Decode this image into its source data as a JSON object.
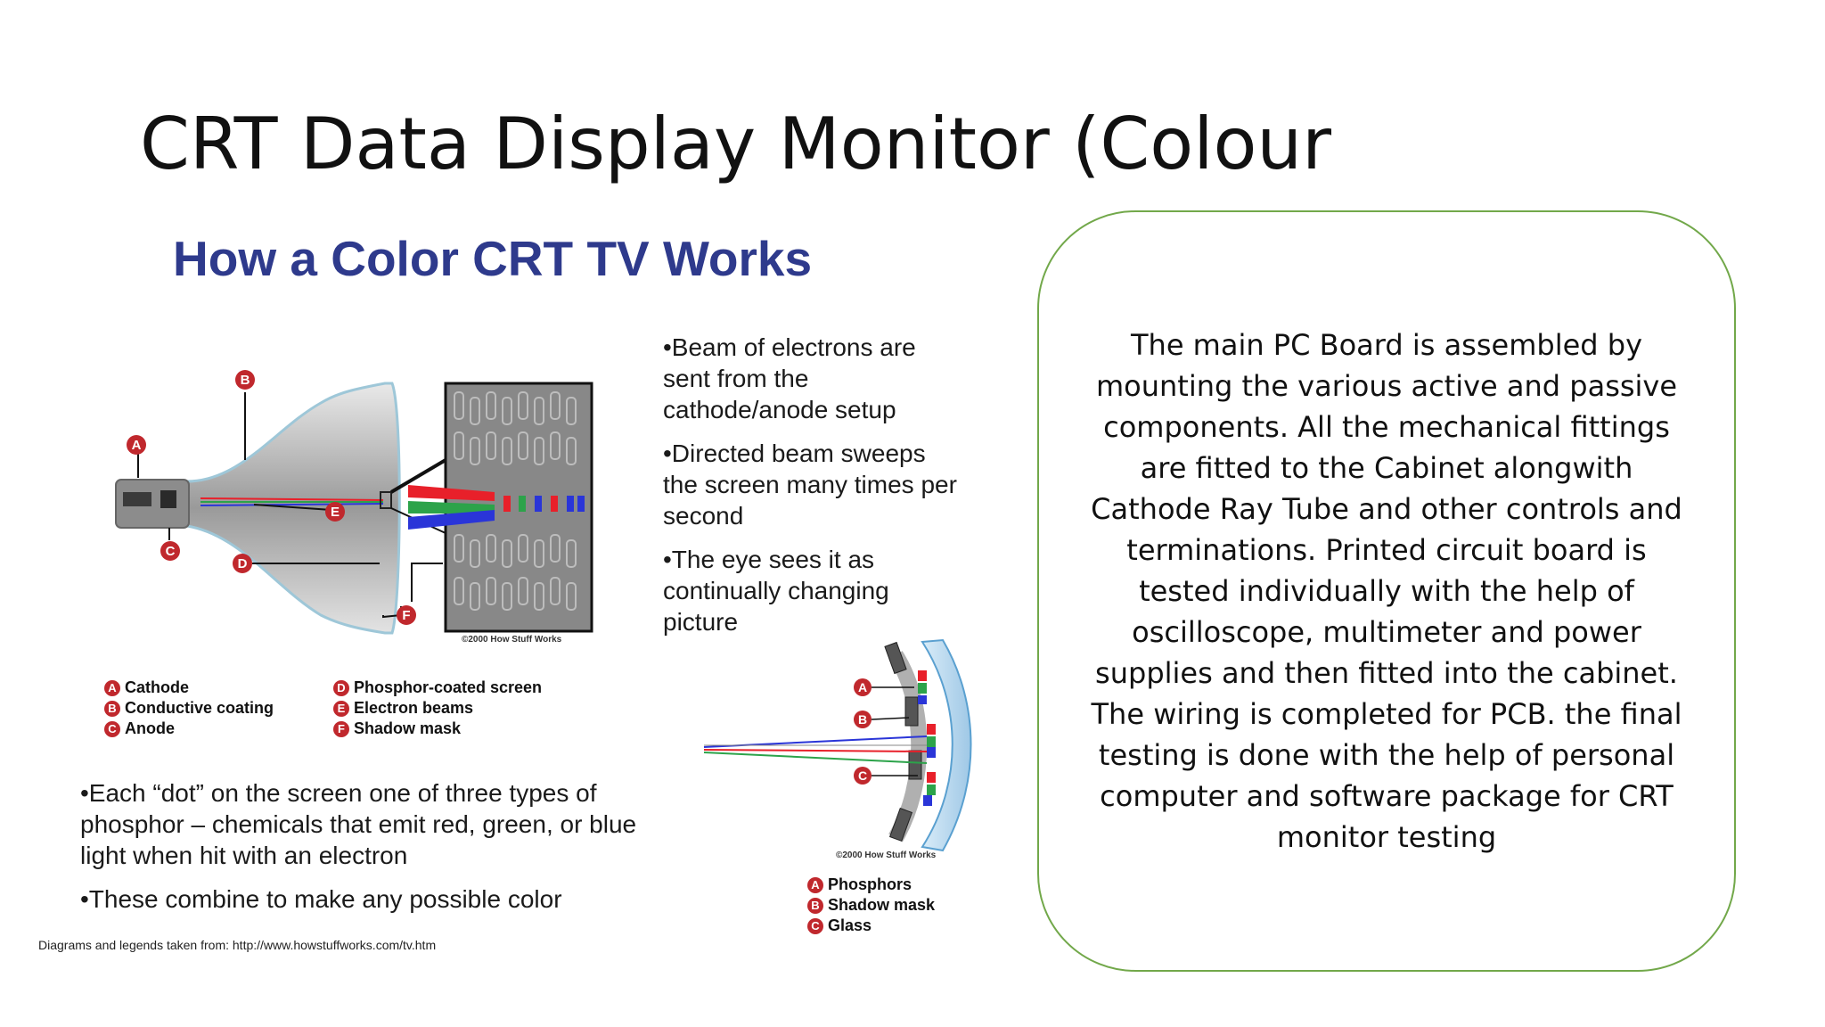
{
  "slide": {
    "title": "CRT Data Display Monitor (Colour"
  },
  "diagram": {
    "title": "How a Color CRT TV Works",
    "bullets_right": [
      "•Beam of electrons are sent from the cathode/anode setup",
      "•Directed beam sweeps the screen many times per second",
      "•The eye sees it as continually changing picture"
    ],
    "bullets_bottom": [
      "•Each “dot” on the screen one of three types of phosphor – chemicals that emit red, green, or blue light when hit with an electron",
      "•These combine to make any possible color"
    ],
    "callouts": [
      "A",
      "B",
      "C",
      "D",
      "E",
      "F"
    ],
    "legend_left": [
      {
        "letter": "A",
        "label": "Cathode"
      },
      {
        "letter": "B",
        "label": "Conductive coating"
      },
      {
        "letter": "C",
        "label": "Anode"
      }
    ],
    "legend_middle": [
      {
        "letter": "D",
        "label": "Phosphor-coated screen"
      },
      {
        "letter": "E",
        "label": "Electron beams"
      },
      {
        "letter": "F",
        "label": "Shadow mask"
      }
    ],
    "legend_small": [
      {
        "letter": "A",
        "label": "Phosphors"
      },
      {
        "letter": "B",
        "label": "Shadow mask"
      },
      {
        "letter": "C",
        "label": "Glass"
      }
    ],
    "credit": "©2000 How Stuff Works",
    "source_note": "Diagrams and legends taken from: http://www.howstuffworks.com/tv.htm",
    "colors": {
      "title_blue": "#2e3a8c",
      "callout_red": "#c0282d",
      "beam_red": "#e8202a",
      "beam_green": "#2ca34a",
      "beam_blue": "#2a35d8",
      "box_border": "#72a84a"
    }
  },
  "info_box": {
    "text": "The main PC Board is assembled by mounting the various active and passive components. All the mechanical fittings are fitted to the Cabinet alongwith Cathode Ray Tube and other controls and terminations. Printed circuit board is tested individually with the help of oscilloscope, multimeter and power supplies and then fitted into the cabinet. The wiring is completed for PCB. the final testing is done with the help of personal computer and software package for CRT monitor testing"
  }
}
